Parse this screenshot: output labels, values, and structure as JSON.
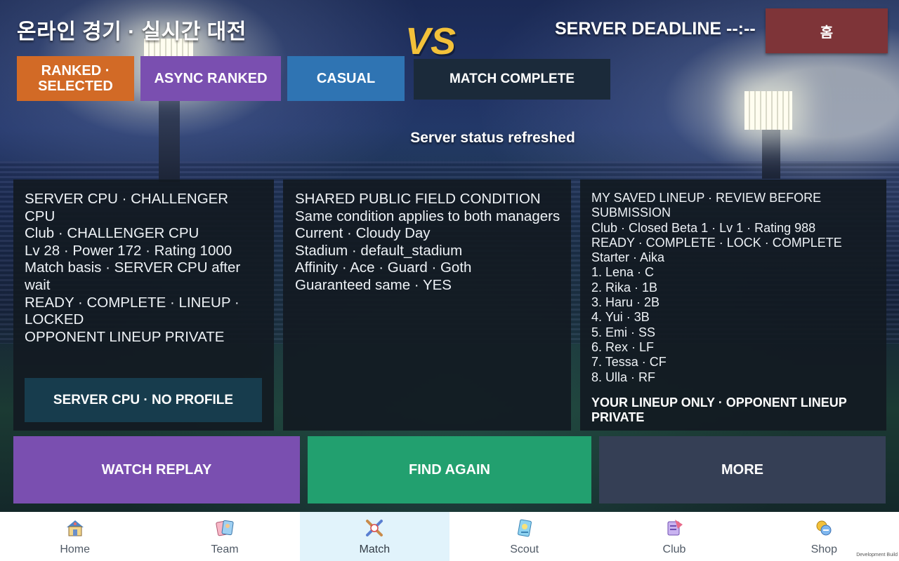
{
  "header": {
    "title": "온라인 경기 · 실시간 대전",
    "vs_label": "VS",
    "deadline": "SERVER DEADLINE --:--",
    "home_button": "홈"
  },
  "modes": {
    "ranked": "RANKED · SELECTED",
    "async": "ASYNC RANKED",
    "casual": "CASUAL",
    "complete": "MATCH COMPLETE"
  },
  "status_message": "Server status refreshed",
  "opponent_panel": {
    "lines": [
      "SERVER CPU · CHALLENGER CPU",
      "Club · CHALLENGER CPU",
      "Lv 28 · Power 172 · Rating 1000",
      "Match basis · SERVER CPU after wait",
      "READY · COMPLETE · LINEUP · LOCKED",
      "OPPONENT LINEUP PRIVATE"
    ],
    "profile_button": "SERVER CPU · NO PROFILE"
  },
  "field_panel": {
    "lines": [
      "SHARED PUBLIC FIELD CONDITION",
      "Same condition applies to both managers",
      "Current · Cloudy Day",
      "Stadium · default_stadium",
      "Affinity · Ace · Guard · Goth",
      "Guaranteed same · YES"
    ]
  },
  "lineup_panel": {
    "lines": [
      "MY SAVED LINEUP · REVIEW BEFORE SUBMISSION",
      "Club · Closed Beta 1 · Lv 1 · Rating 988",
      "READY · COMPLETE · LOCK · COMPLETE",
      "Starter · Aika",
      "1. Lena · C",
      "2. Rika · 1B",
      "3. Haru · 2B",
      "4. Yui · 3B",
      "5. Emi · SS",
      "6. Rex · LF",
      "7. Tessa · CF",
      "8. Ulla · RF"
    ],
    "footer": "YOUR LINEUP ONLY · OPPONENT LINEUP PRIVATE"
  },
  "actions": {
    "replay": "WATCH REPLAY",
    "find_again": "FIND AGAIN",
    "more": "MORE"
  },
  "nav": {
    "items": [
      {
        "label": "Home",
        "icon": "home-icon"
      },
      {
        "label": "Team",
        "icon": "team-icon"
      },
      {
        "label": "Match",
        "icon": "match-icon",
        "active": true
      },
      {
        "label": "Scout",
        "icon": "scout-icon"
      },
      {
        "label": "Club",
        "icon": "club-icon"
      },
      {
        "label": "Shop",
        "icon": "shop-icon"
      }
    ]
  },
  "build_watermark": "Development Build",
  "colors": {
    "ranked": "#d26a26",
    "async": "#7a4fb0",
    "casual": "#2f74b3",
    "find_again": "#22a06f",
    "home_button": "#7e3438",
    "vs": "#f3c13a",
    "nav_active": "#e1f3fb"
  }
}
